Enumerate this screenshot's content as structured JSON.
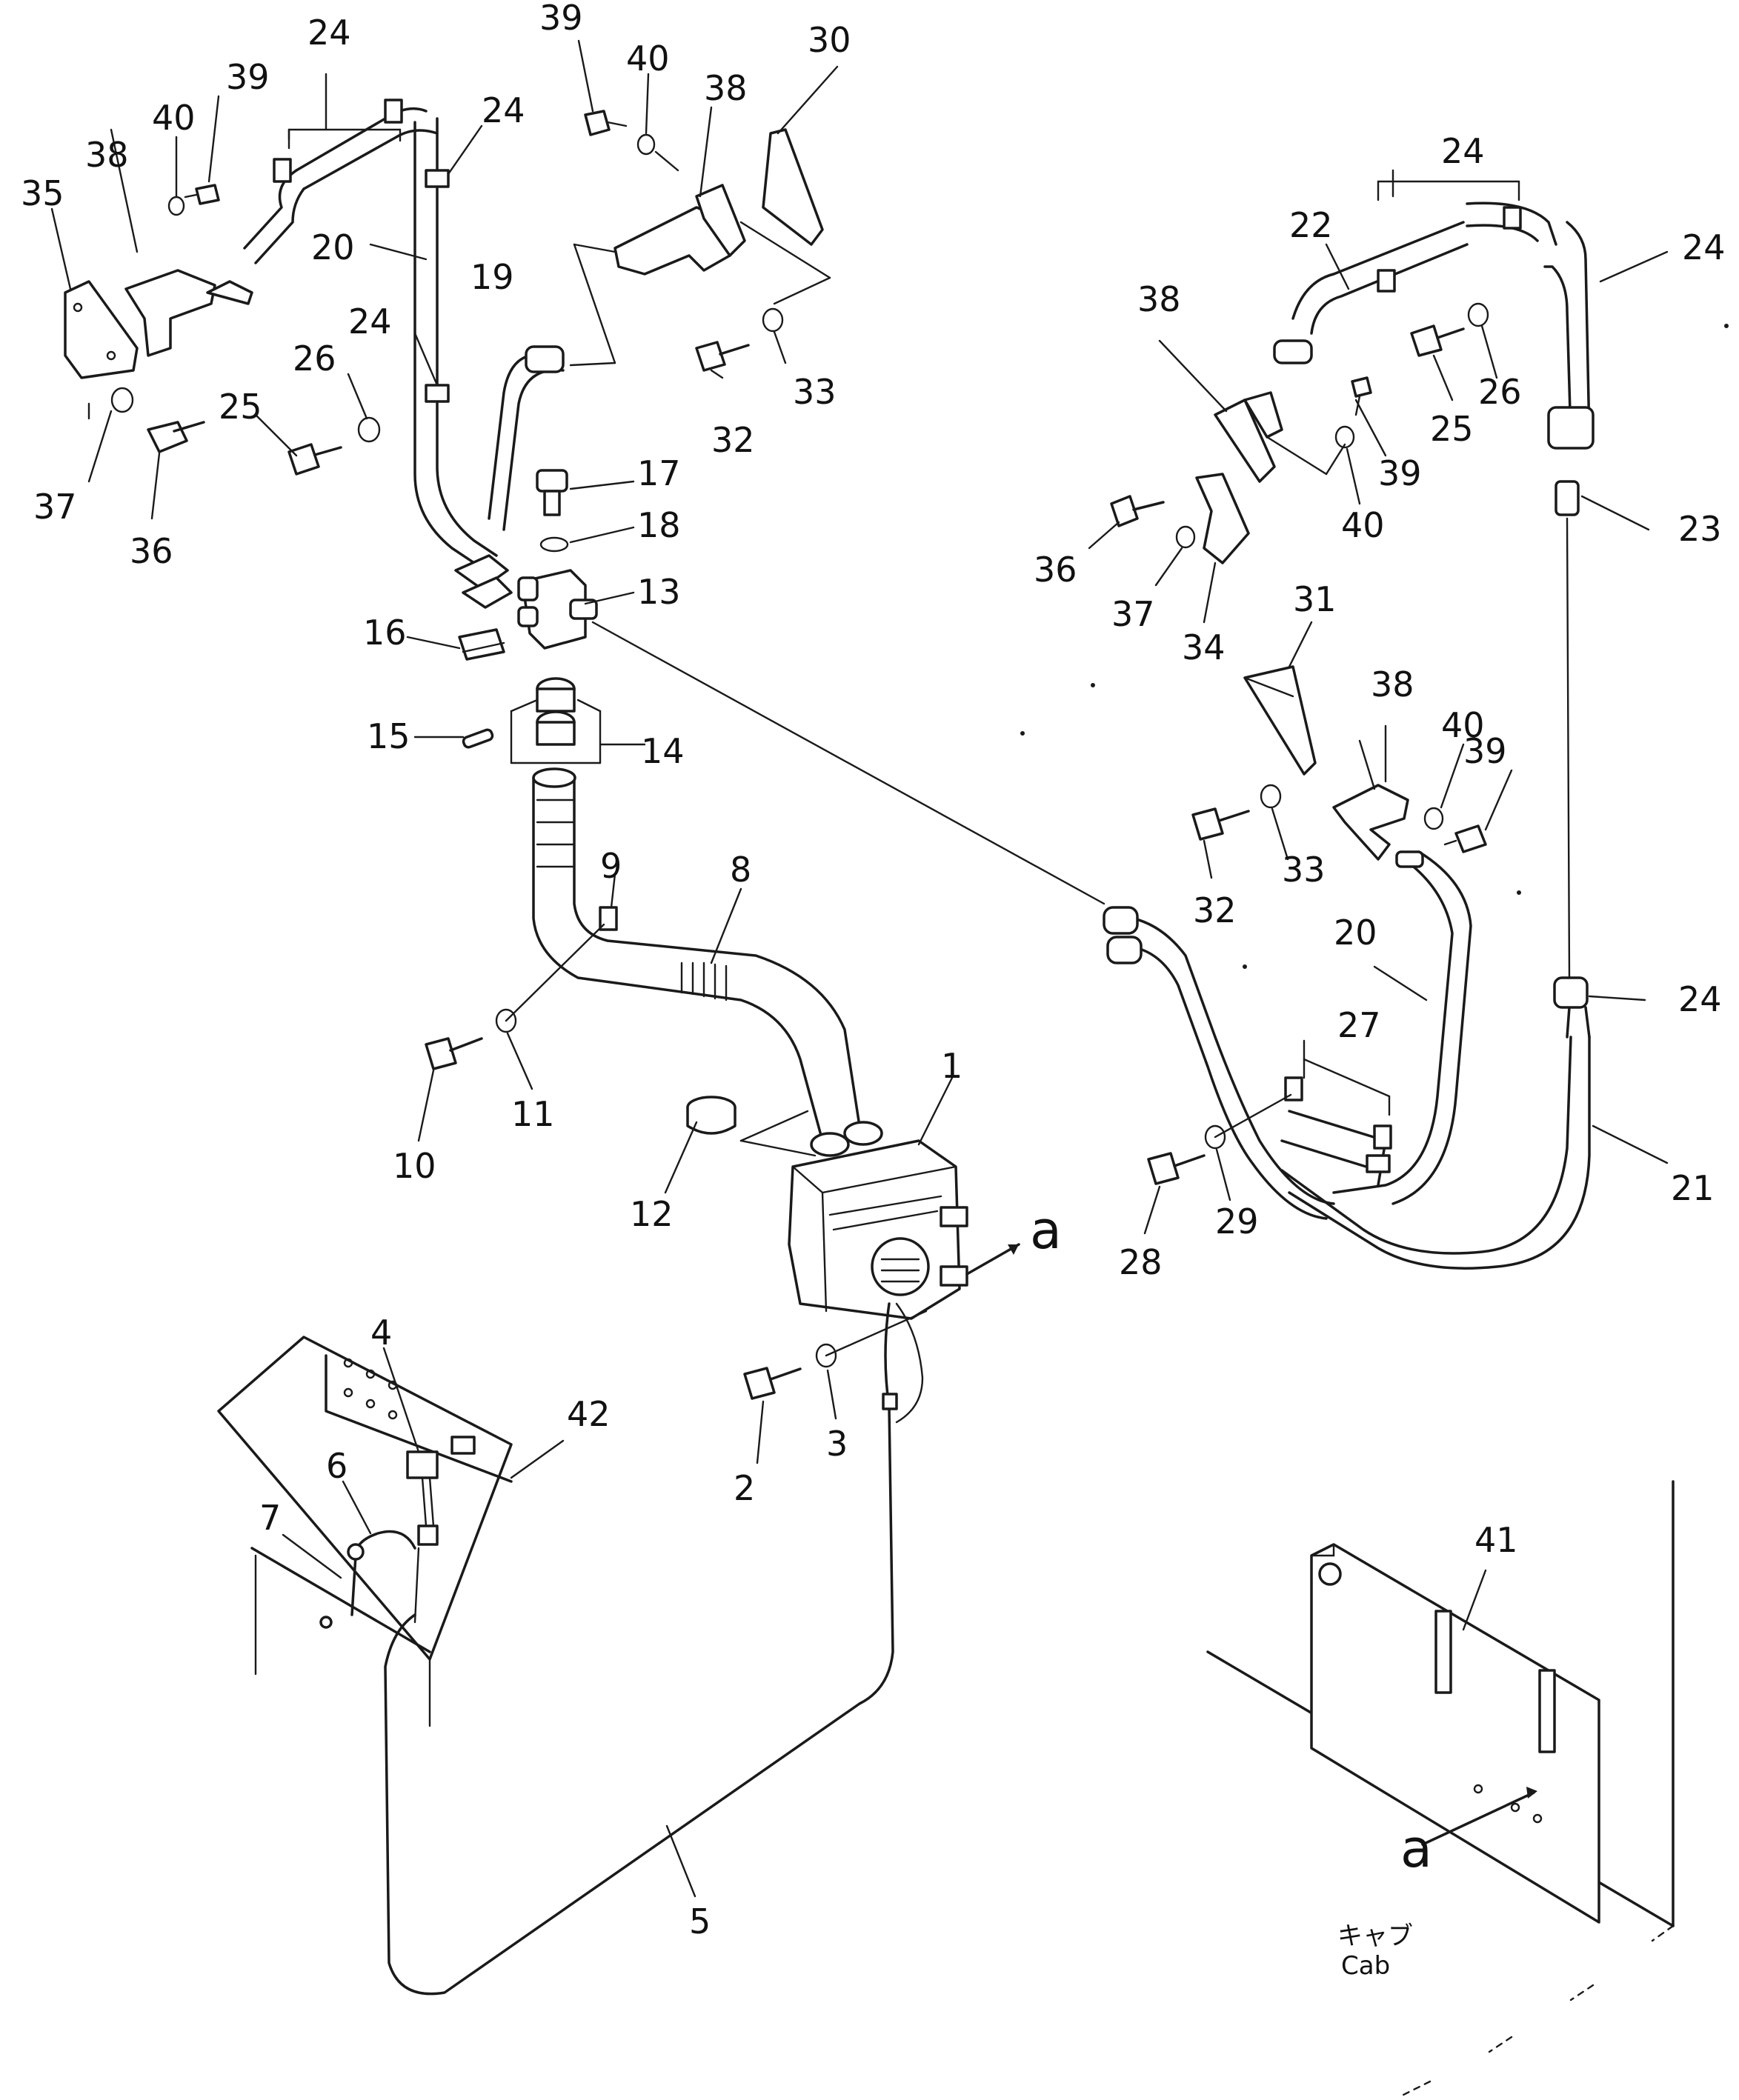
{
  "figure": {
    "callouts": [
      {
        "id": "c1",
        "text": "1"
      },
      {
        "id": "c2",
        "text": "2"
      },
      {
        "id": "c3",
        "text": "3"
      },
      {
        "id": "c4",
        "text": "4"
      },
      {
        "id": "c5",
        "text": "5"
      },
      {
        "id": "c6",
        "text": "6"
      },
      {
        "id": "c7",
        "text": "7"
      },
      {
        "id": "c8",
        "text": "8"
      },
      {
        "id": "c9",
        "text": "9"
      },
      {
        "id": "c10",
        "text": "10"
      },
      {
        "id": "c11",
        "text": "11"
      },
      {
        "id": "c12",
        "text": "12"
      },
      {
        "id": "c13",
        "text": "13"
      },
      {
        "id": "c14",
        "text": "14"
      },
      {
        "id": "c15",
        "text": "15"
      },
      {
        "id": "c16",
        "text": "16"
      },
      {
        "id": "c17",
        "text": "17"
      },
      {
        "id": "c18",
        "text": "18"
      },
      {
        "id": "c19",
        "text": "19"
      },
      {
        "id": "c20a",
        "text": "20"
      },
      {
        "id": "c20b",
        "text": "20"
      },
      {
        "id": "c21",
        "text": "21"
      },
      {
        "id": "c22",
        "text": "22"
      },
      {
        "id": "c23",
        "text": "23"
      },
      {
        "id": "c24a",
        "text": "24"
      },
      {
        "id": "c24b",
        "text": "24"
      },
      {
        "id": "c24c",
        "text": "24"
      },
      {
        "id": "c24d",
        "text": "24"
      },
      {
        "id": "c24e",
        "text": "24"
      },
      {
        "id": "c24f",
        "text": "24"
      },
      {
        "id": "c25a",
        "text": "25"
      },
      {
        "id": "c25b",
        "text": "25"
      },
      {
        "id": "c26a",
        "text": "26"
      },
      {
        "id": "c26b",
        "text": "26"
      },
      {
        "id": "c27",
        "text": "27"
      },
      {
        "id": "c28",
        "text": "28"
      },
      {
        "id": "c29",
        "text": "29"
      },
      {
        "id": "c30",
        "text": "30"
      },
      {
        "id": "c31",
        "text": "31"
      },
      {
        "id": "c32a",
        "text": "32"
      },
      {
        "id": "c32b",
        "text": "32"
      },
      {
        "id": "c33a",
        "text": "33"
      },
      {
        "id": "c33b",
        "text": "33"
      },
      {
        "id": "c34",
        "text": "34"
      },
      {
        "id": "c35",
        "text": "35"
      },
      {
        "id": "c36a",
        "text": "36"
      },
      {
        "id": "c36b",
        "text": "36"
      },
      {
        "id": "c37a",
        "text": "37"
      },
      {
        "id": "c37b",
        "text": "37"
      },
      {
        "id": "c38a",
        "text": "38"
      },
      {
        "id": "c38b",
        "text": "38"
      },
      {
        "id": "c38c",
        "text": "38"
      },
      {
        "id": "c38d",
        "text": "38"
      },
      {
        "id": "c39a",
        "text": "39"
      },
      {
        "id": "c39b",
        "text": "39"
      },
      {
        "id": "c39c",
        "text": "39"
      },
      {
        "id": "c39d",
        "text": "39"
      },
      {
        "id": "c40a",
        "text": "40"
      },
      {
        "id": "c40b",
        "text": "40"
      },
      {
        "id": "c40c",
        "text": "40"
      },
      {
        "id": "c40d",
        "text": "40"
      },
      {
        "id": "c41",
        "text": "41"
      },
      {
        "id": "c42",
        "text": "42"
      }
    ],
    "connection_marks": {
      "heater_side": "a",
      "cab_side": "a"
    },
    "cab_label": {
      "japanese": "キャブ",
      "english": "Cab"
    }
  }
}
